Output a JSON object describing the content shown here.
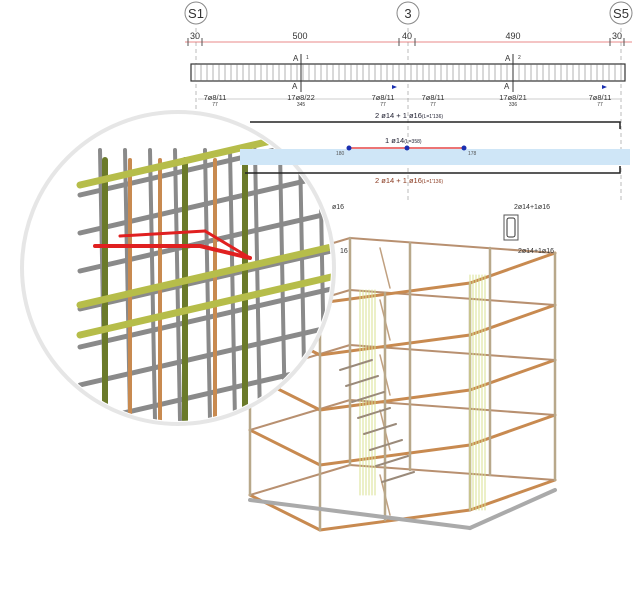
{
  "axes": {
    "left": "S1",
    "middle": "3",
    "right": "S5"
  },
  "dimensions": [
    "30",
    "500",
    "40",
    "490",
    "30"
  ],
  "sections": [
    {
      "letter": "A",
      "number": "1"
    },
    {
      "letter": "A",
      "number": "2"
    }
  ],
  "stirrups": [
    {
      "label": "7ø8/11",
      "length": "77"
    },
    {
      "label": "17ø8/22",
      "length": "345"
    },
    {
      "label": "7ø8/11",
      "length": "77"
    },
    {
      "label": "7ø8/11",
      "length": "77"
    },
    {
      "label": "17ø8/21",
      "length": "336"
    },
    {
      "label": "7ø8/11",
      "length": "77"
    }
  ],
  "bars": {
    "top": "2 ø14 + 1 ø16",
    "top_length": "(L=1'136)",
    "middle": "1 ø14",
    "middle_length": "(L=358)",
    "middle_left": "180",
    "middle_right": "178",
    "bottom": "2 ø14 + 1 ø16",
    "bottom_length": "(L=1'136)"
  },
  "cross_section": {
    "top": "2ø14+1ø16",
    "bottom": "2ø14+1ø16"
  },
  "partial_labels": [
    "ø16",
    "16"
  ],
  "colors": {
    "dim_line": "#e06060",
    "highlight": "#cfe6f7",
    "red_bar": "#e02020",
    "green_bar": "#6b7a2a",
    "olive_bar": "#b6bd4a",
    "grey_bar": "#8a8a8a",
    "orange_bar": "#c88a50",
    "blue_dot": "#1a2fb0"
  }
}
